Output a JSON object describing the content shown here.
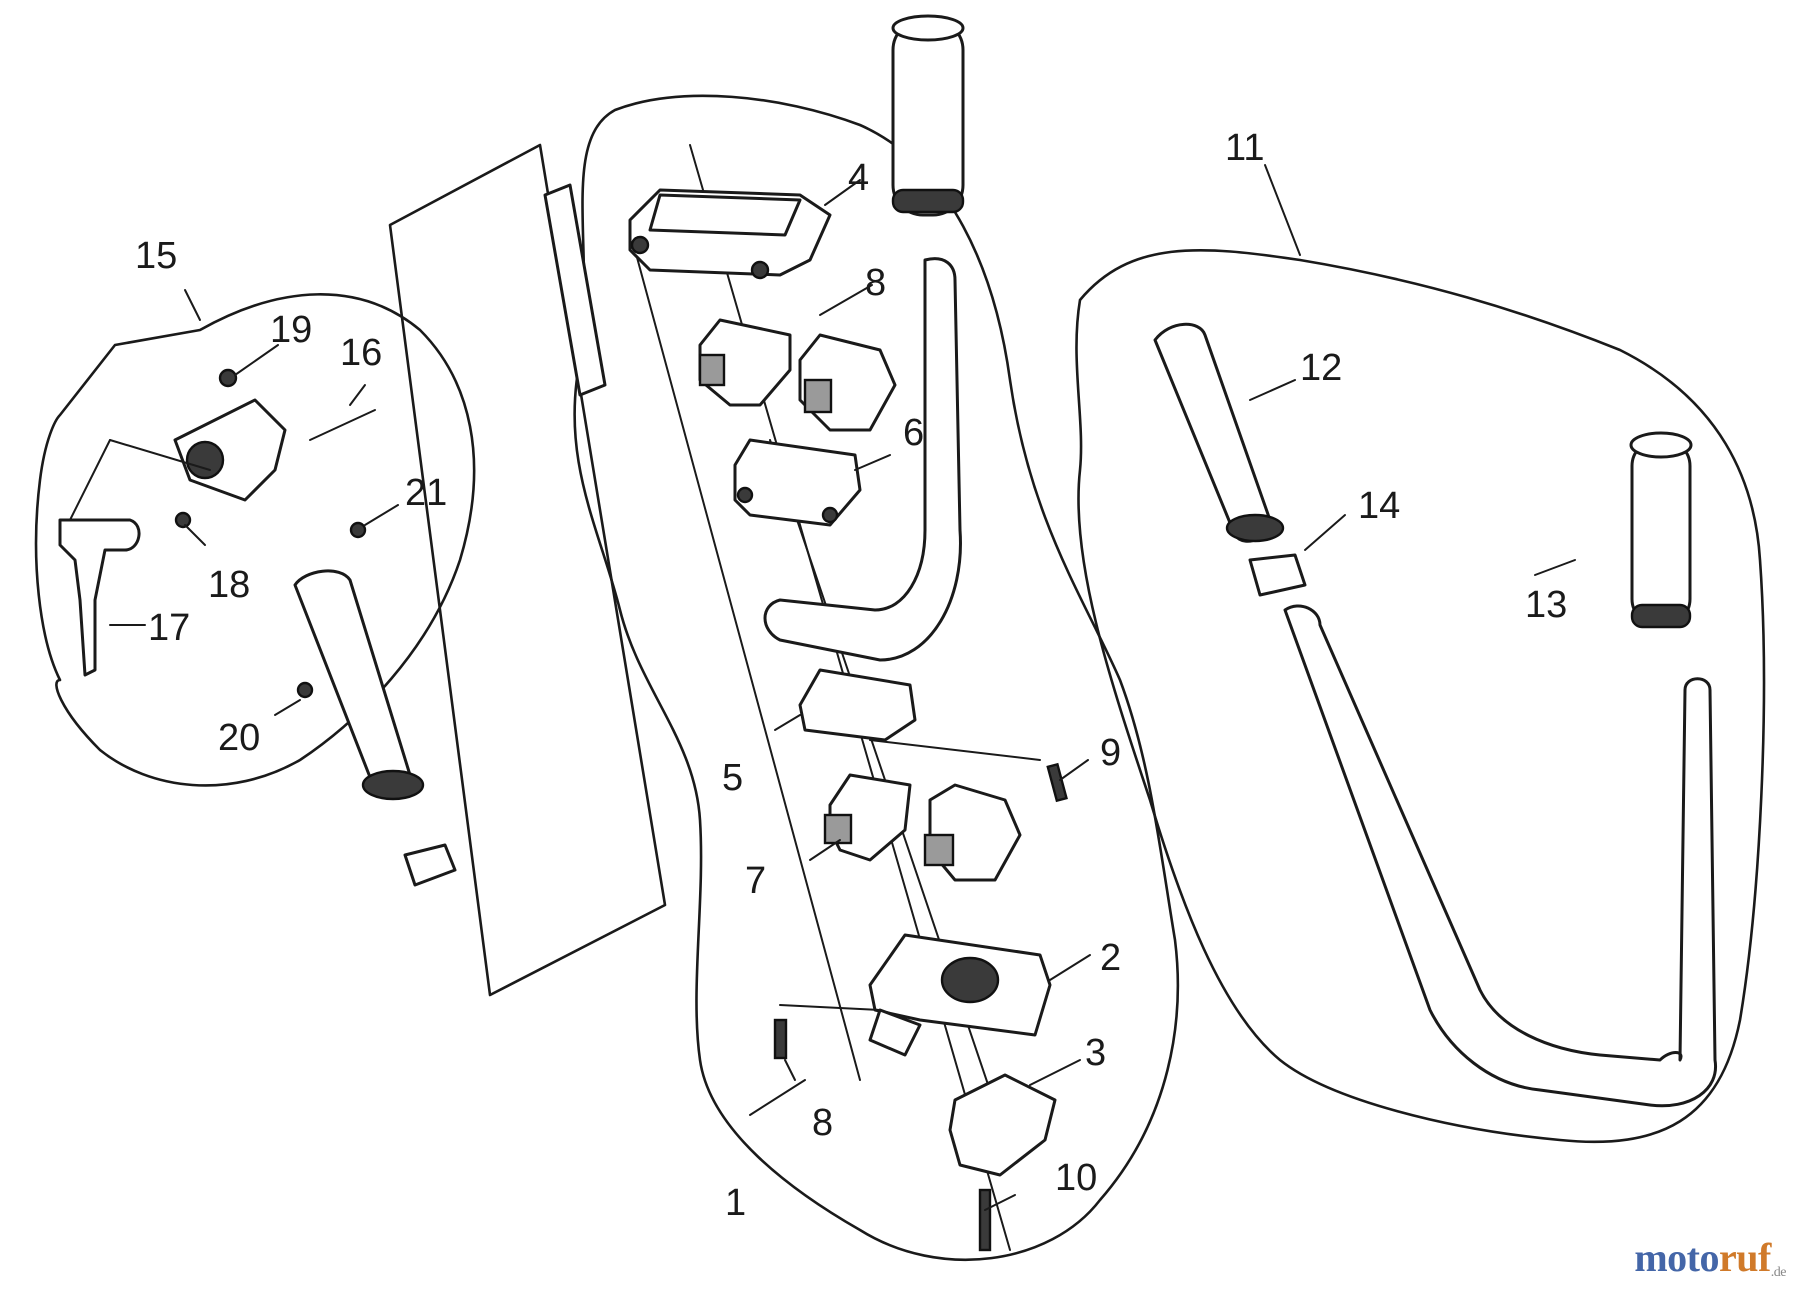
{
  "callouts": [
    "1",
    "2",
    "3",
    "4",
    "5",
    "6",
    "7",
    "8",
    "8",
    "9",
    "10",
    "11",
    "12",
    "13",
    "14",
    "15",
    "16",
    "17",
    "18",
    "19",
    "20",
    "21"
  ],
  "watermark": {
    "primary": "motoruf",
    "suffix": ".de",
    "colors": {
      "primary": "#4466a8",
      "accent": "#d07a2a"
    }
  }
}
